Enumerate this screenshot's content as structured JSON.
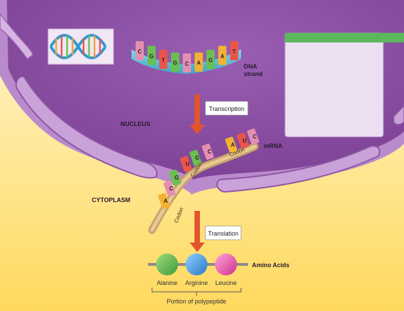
{
  "dna": {
    "bases": [
      "C",
      "G",
      "T",
      "G",
      "C",
      "A",
      "G",
      "A",
      "T"
    ],
    "label_line1": "DNA",
    "label_line2": "strand"
  },
  "transcription": {
    "label": "Transcription"
  },
  "regions": {
    "nucleus": "NUCLEUS",
    "cytoplasm": "CYTOPLASM"
  },
  "mrna": {
    "label": "mRNA",
    "codon_label": "Codon",
    "codons": [
      [
        "C",
        "U",
        "A"
      ],
      [
        "C",
        "G",
        "U"
      ],
      [
        "G",
        "C",
        "A"
      ]
    ]
  },
  "translation": {
    "label": "Translation"
  },
  "amino_acids": {
    "label": "Amino Acids",
    "items": [
      {
        "name": "Alanine",
        "color": "#5cb84e"
      },
      {
        "name": "Arginine",
        "color": "#3d8fd8"
      },
      {
        "name": "Leucine",
        "color": "#e04aa0"
      }
    ],
    "polypeptide_label": "Portion of polypeptide"
  },
  "colors": {
    "nucleus": "#8c52a3",
    "envelope": "#b57dc6",
    "cytoplasm_top": "#fff4c8",
    "cytoplasm_bottom": "#ffd966",
    "arrow": "#e2542b",
    "legend_bar": "#5cb85c"
  }
}
